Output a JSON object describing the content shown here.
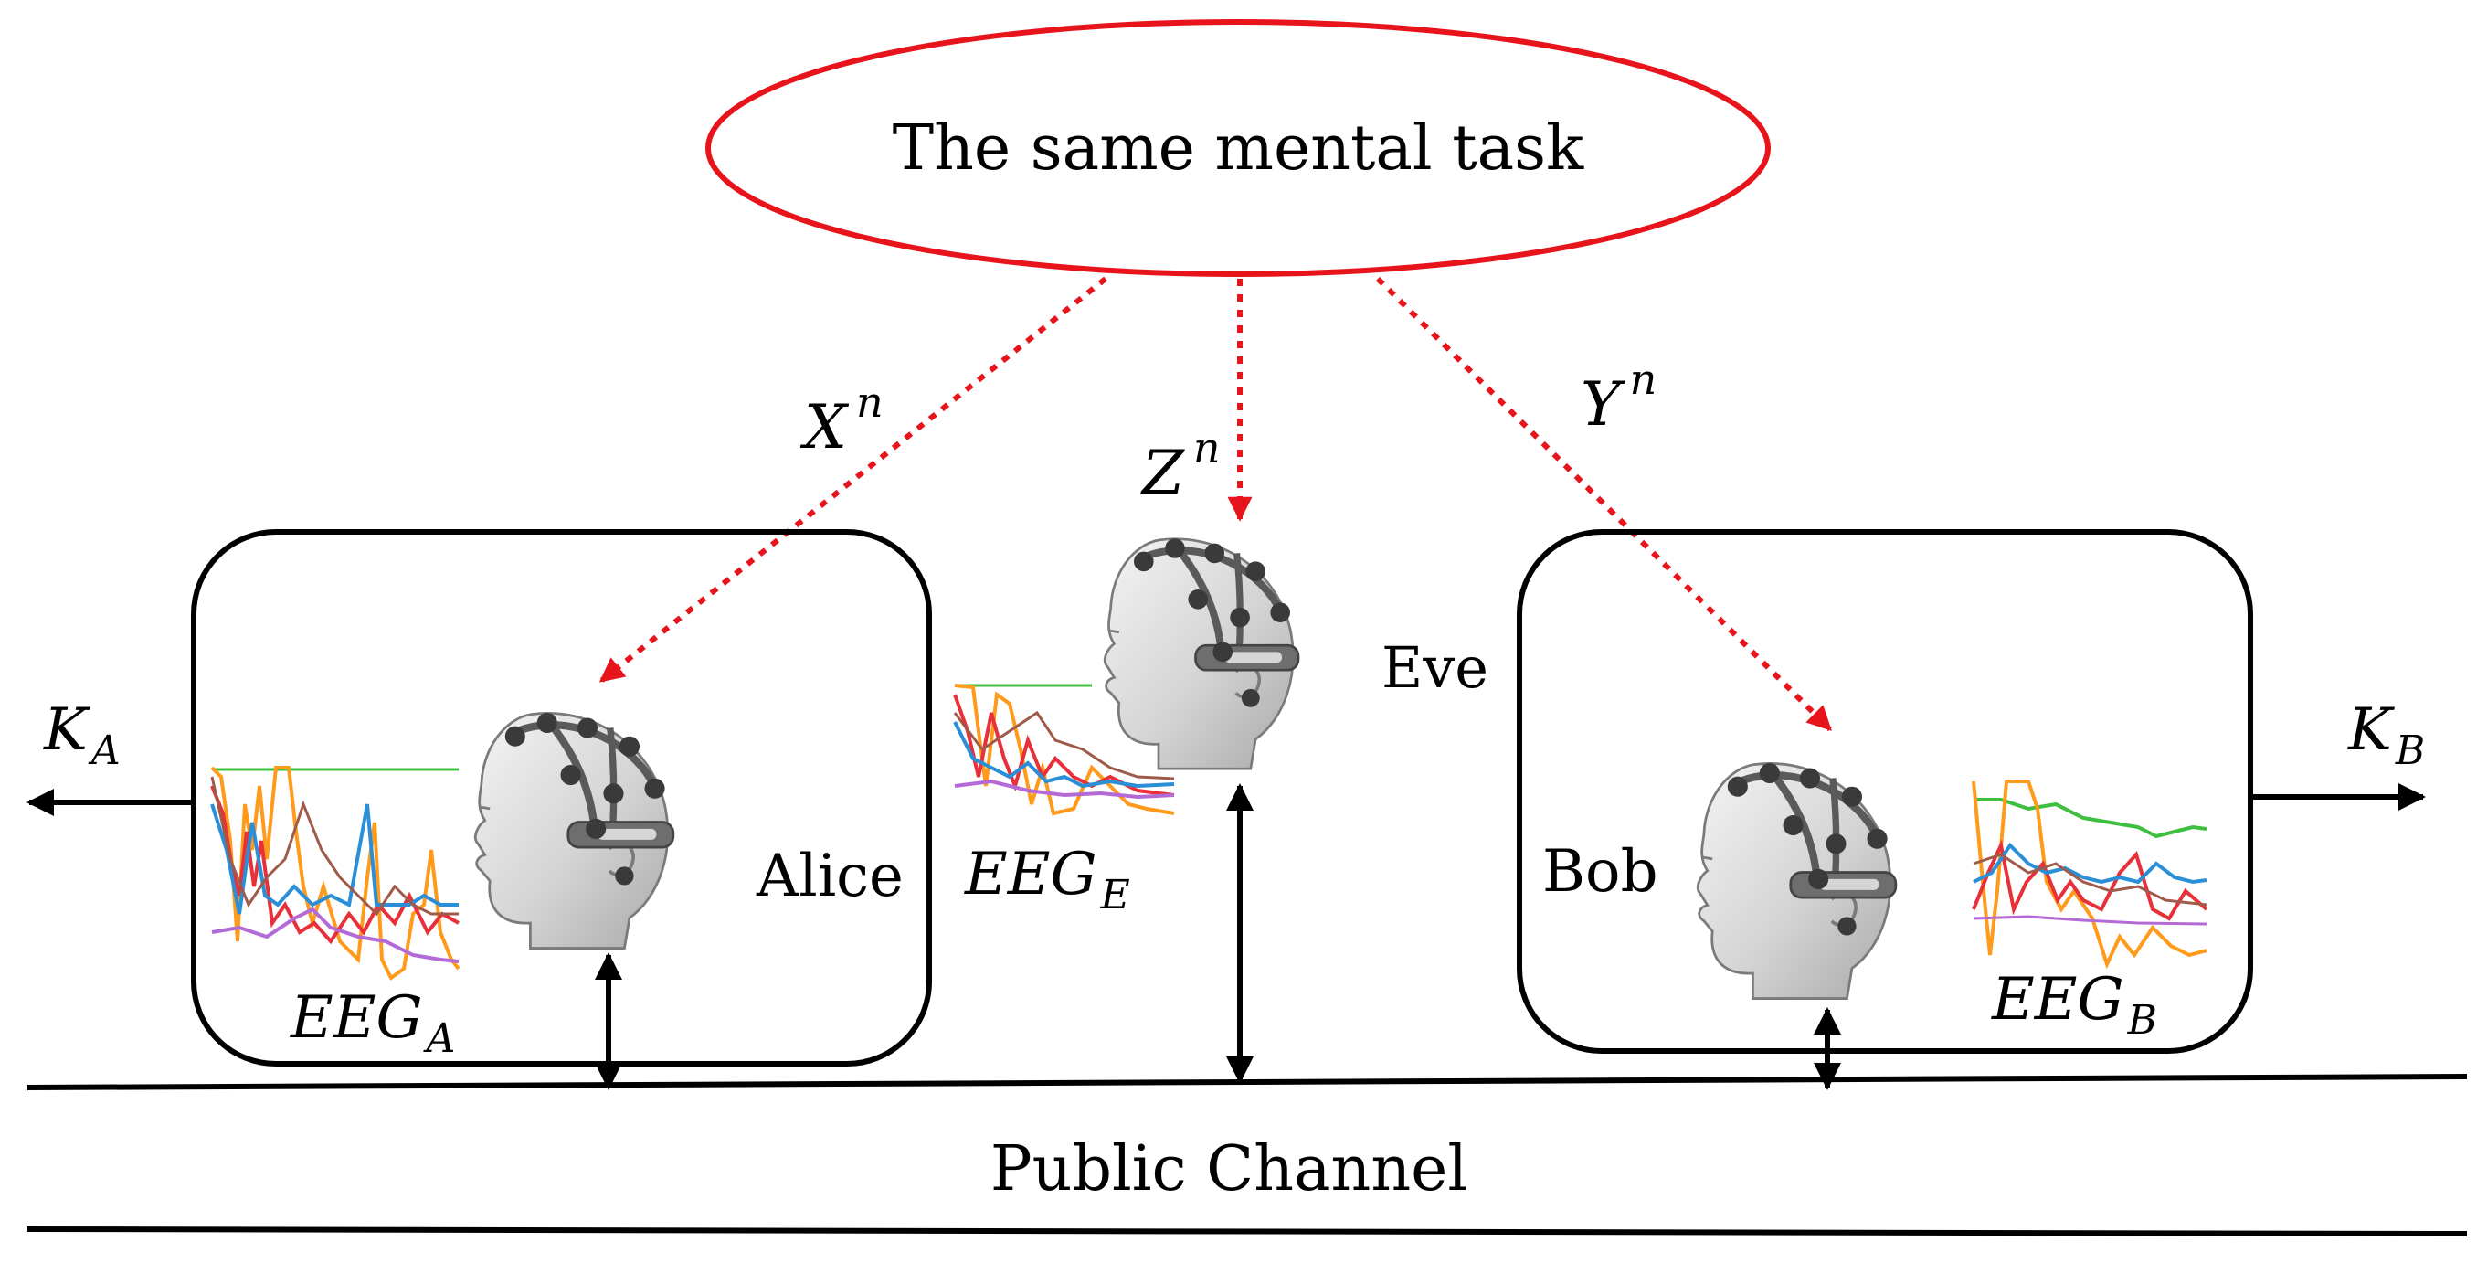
{
  "task": {
    "label": "The same mental task"
  },
  "signals": {
    "x": {
      "base": "X",
      "sup": "n"
    },
    "z": {
      "base": "Z",
      "sup": "n"
    },
    "y": {
      "base": "Y",
      "sup": "n"
    }
  },
  "parties": {
    "alice": "Alice",
    "eve": "Eve",
    "bob": "Bob"
  },
  "eeg": {
    "a": {
      "base": "EEG",
      "sub": "A"
    },
    "e": {
      "base": "EEG",
      "sub": "E"
    },
    "b": {
      "base": "EEG",
      "sub": "B"
    }
  },
  "keys": {
    "ka": {
      "base": "K",
      "sub": "A"
    },
    "kb": {
      "base": "K",
      "sub": "B"
    }
  },
  "channel": {
    "label": "Public Channel"
  },
  "colors": {
    "task_outline": "#e8141c",
    "leak_arrow": "#e8141c",
    "line": "#000000",
    "trace_green": "#3fbf3f",
    "trace_orange": "#ff9a1a",
    "trace_red": "#e8303a",
    "trace_blue": "#2a8fd6",
    "trace_brown": "#a05a4a",
    "trace_purple": "#b46ad6"
  }
}
